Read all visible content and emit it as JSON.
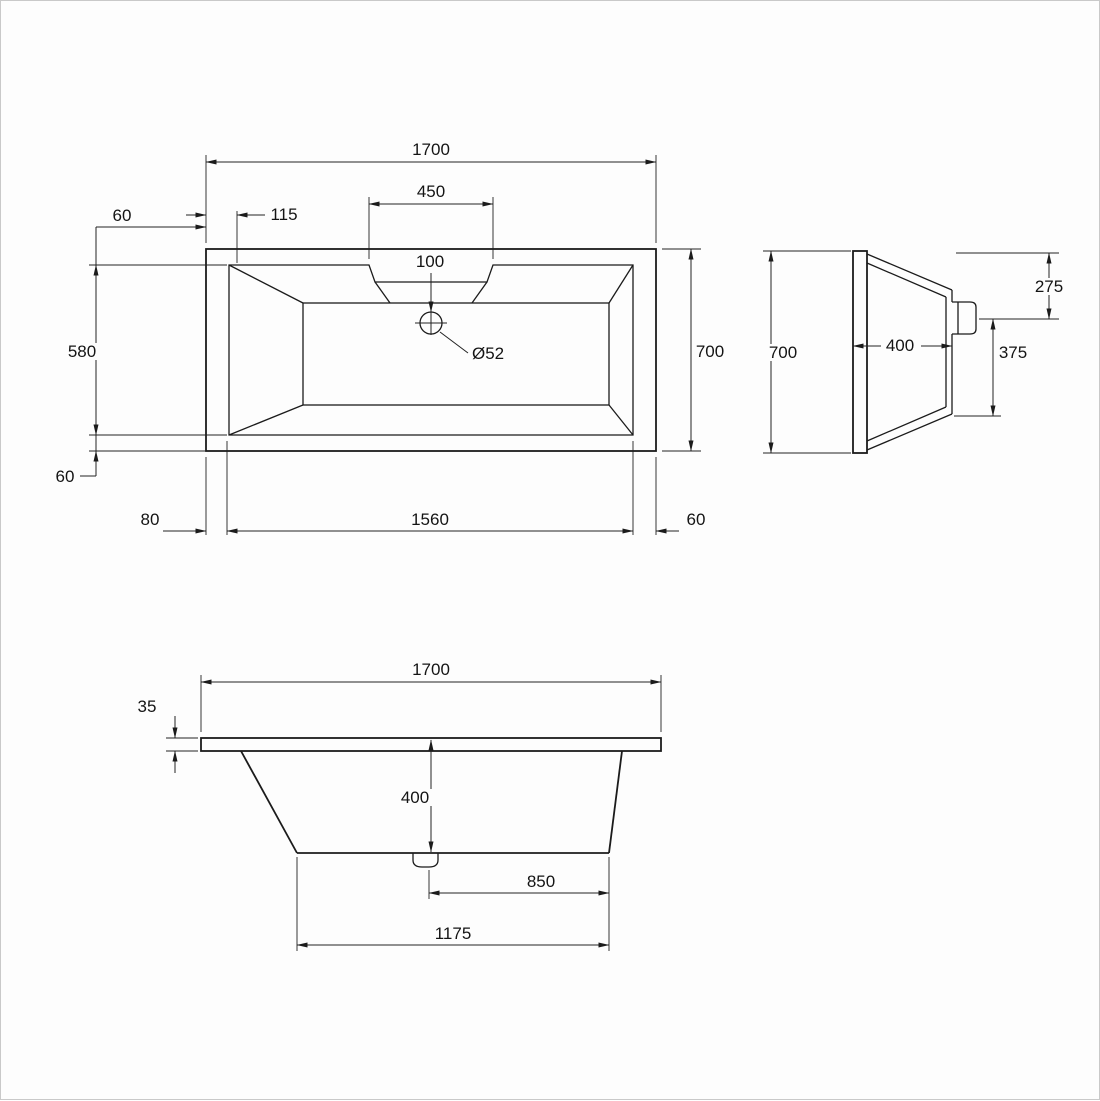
{
  "page": {
    "background": "#fdfdfd",
    "line_color": "#1b1b1b"
  },
  "views": {
    "plan": {
      "dims": {
        "overall_length": "1700",
        "deck_width": "450",
        "deck_offset": "115",
        "rim_top": "60",
        "overflow_offset": "100",
        "inner_width": "580",
        "overall_width": "700",
        "waste_diameter": "Ø52",
        "rim_bottom": "60",
        "end_inset_left": "80",
        "inner_length": "1560",
        "end_inset_right": "60"
      }
    },
    "end": {
      "dims": {
        "overall_width": "700",
        "inner_depth": "400",
        "upper_offset": "275",
        "lower_offset": "375"
      }
    },
    "front": {
      "dims": {
        "overall_length": "1700",
        "rim_thickness": "35",
        "depth": "400",
        "waste_to_end": "850",
        "base_length": "1175"
      }
    }
  }
}
